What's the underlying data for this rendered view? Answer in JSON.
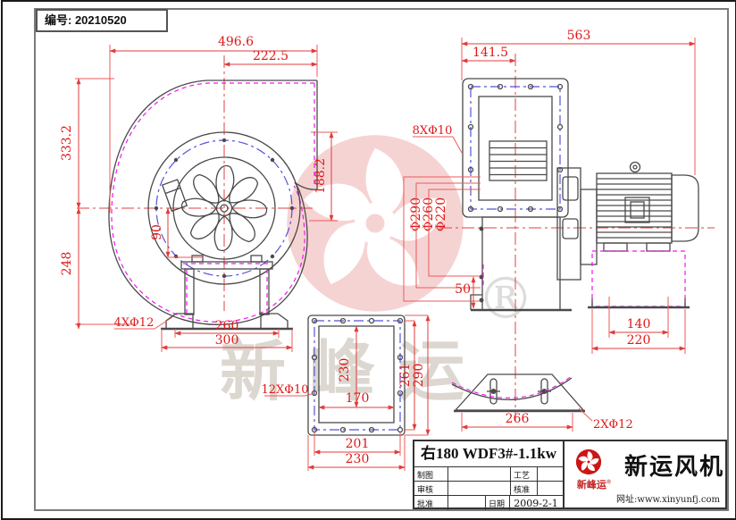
{
  "frame": {
    "serial": "编号: 20210520"
  },
  "watermark": {
    "brand": "新峰运",
    "registered": "®"
  },
  "front_view": {
    "dim_width_total": "496.6",
    "dim_outlet_width": "222.5",
    "dim_height_total": "333.2",
    "dim_outlet_height": "188.2",
    "dim_base_height": "248",
    "dim_hub_offset": "90",
    "dim_foot_holes": "4XΦ12",
    "dim_foot_span": "260",
    "dim_base_width": "300"
  },
  "side_view": {
    "dim_length_total": "563",
    "dim_outlet_depth": "141.5",
    "dim_flange_holes": "8XΦ10",
    "dim_inlet_outer": "Φ290",
    "dim_inlet_mid": "Φ260",
    "dim_inlet_inner": "Φ220",
    "dim_inlet_offset": "50",
    "dim_base_inner": "140",
    "dim_base_outer": "220"
  },
  "flange_view": {
    "dim_holes": "12XΦ10",
    "dim_inner_height": "230",
    "dim_inner_width": "170",
    "dim_bolt_height": "261",
    "dim_outer_height": "290",
    "dim_bolt_width": "201",
    "dim_outer_width": "230"
  },
  "bracket_view": {
    "dim_width": "266",
    "dim_holes": "2XΦ12"
  },
  "title_block": {
    "model": "右180 WDF3#-1.1kw",
    "cells": {
      "r1l": "制图",
      "r1r": "工艺",
      "r2l": "审核",
      "r2r": "核准",
      "r3l": "批准",
      "r3d": "日期",
      "date": "2009-2-1"
    },
    "brand": "新运风机",
    "stamp": "新峰运",
    "registered": "®",
    "website": "网址:www.xinyunfj.com"
  },
  "colors": {
    "dim_red": "#e01818",
    "structure_gray": "#4a4a4a",
    "bolt_blue": "#5353d8",
    "gasket_magenta": "#e81ce8",
    "brand_red": "#cc1616",
    "watermark_pink": "#f6d3d3",
    "watermark_gray": "#dcd7d0"
  }
}
